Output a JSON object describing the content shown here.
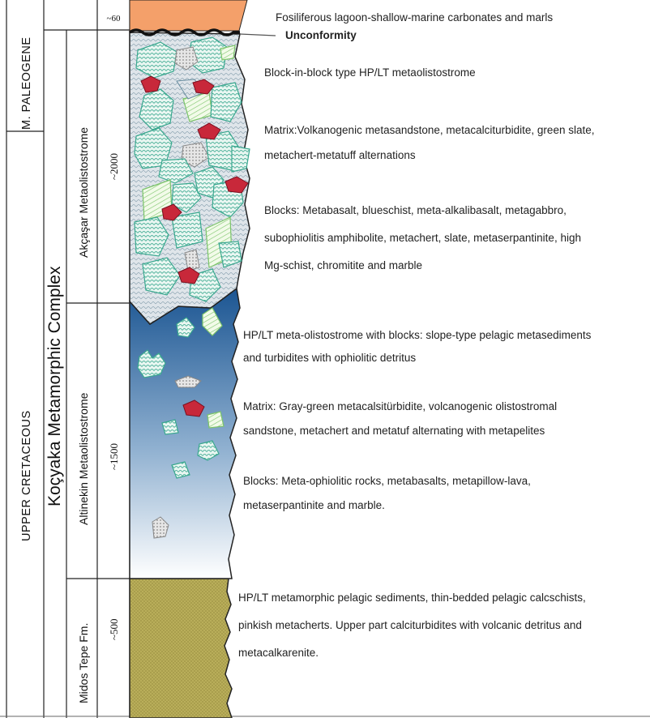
{
  "era_column": {
    "paleogene": "M. PALEOGENE",
    "cretaceous": "UPPER CRETACEOUS"
  },
  "complex_label": "Koçyaka Metamorphic Complex",
  "units": [
    {
      "name": "Akçaşar Metaolistostrome",
      "thickness": "~2000"
    },
    {
      "name": "Altinekin Metaolistostrome",
      "thickness": "~1500"
    },
    {
      "name": "Midos Tepe Fm.",
      "thickness": "~500"
    }
  ],
  "top_unit": {
    "thickness": "~60"
  },
  "descriptions": {
    "top": "Fosiliferous lagoon-shallow-marine carbonates and marls",
    "unconformity": "Unconformity",
    "akcasar": [
      "Block-in-block type HP/LT metaolistostrome",
      "Matrix:Volkanogenic metasandstone, metacalciturbidite, green slate,",
      "metachert-metatuff alternations",
      "Blocks:  Metabasalt, blueschist, meta-alkalibasalt, metagabbro,",
      "subophiolitis amphibolite, metachert, slate, metaserpantinite, high",
      "Mg-schist, chromitite and marble"
    ],
    "altinekin": [
      "HP/LT meta-olistostrome with blocks: slope-type pelagic metasediments",
      "and turbidites  with ophiolitic detritus",
      "Matrix: Gray-green metacalsitürbidite, volcanogenic olistostromal",
      "sandstone, metachert and metatuf alternating with metapelites",
      "Blocks: Meta-ophiolitic rocks, metabasalts, metapillow-lava,",
      "metaserpantinite and marble."
    ],
    "midos": [
      "HP/LT metamorphic pelagic sediments, thin-bedded pelagic calcschists,",
      "pinkish metacherts. Upper part calciturbidites with volcanic detritus and",
      "metacalkarenite."
    ]
  },
  "colors": {
    "top_carbonate": "#f4a06a",
    "mixed_matrix": "#d6dde3",
    "blue_top": "#1e5a94",
    "blue_bottom": "#ffffff",
    "olive": "#b7ad58",
    "block_red": "#c8283a",
    "block_teal": "#3aa88f",
    "block_green": "#6fc06a"
  }
}
